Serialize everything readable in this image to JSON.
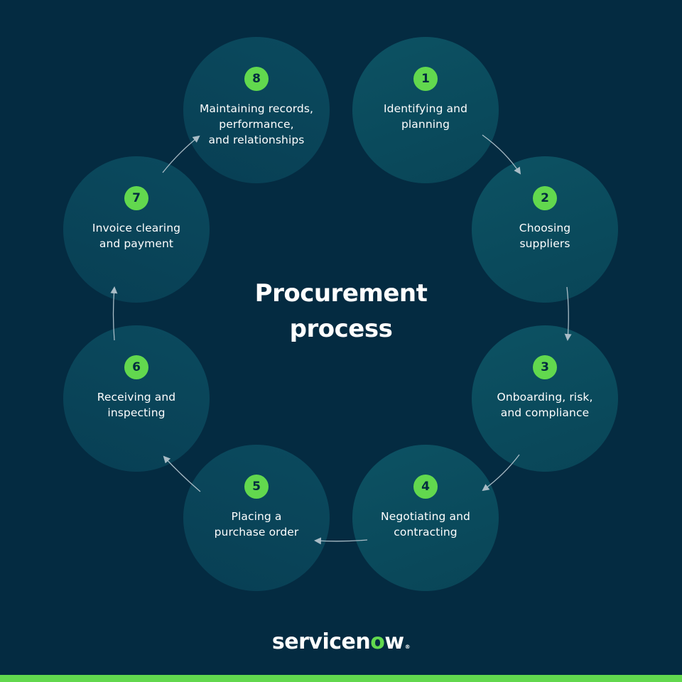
{
  "title": "Procurement\nprocess",
  "colors": {
    "background": "#042b41",
    "badge": "#62d84e",
    "badge_text": "#032d3f",
    "circle": "#0b4a5e",
    "arrow": "#a9bcc6",
    "accent_bar": "#62d84e"
  },
  "steps": [
    {
      "number": "1",
      "label": "Identifying and\nplanning"
    },
    {
      "number": "2",
      "label": "Choosing\nsuppliers"
    },
    {
      "number": "3",
      "label": "Onboarding, risk,\nand compliance"
    },
    {
      "number": "4",
      "label": "Negotiating and\ncontracting"
    },
    {
      "number": "5",
      "label": "Placing a\npurchase order"
    },
    {
      "number": "6",
      "label": "Receiving and\ninspecting"
    },
    {
      "number": "7",
      "label": "Invoice clearing\nand payment"
    },
    {
      "number": "8",
      "label": "Maintaining records,\nperformance,\nand relationships"
    }
  ],
  "flow": [
    {
      "from": "1",
      "to": "2"
    },
    {
      "from": "2",
      "to": "3"
    },
    {
      "from": "3",
      "to": "4"
    },
    {
      "from": "4",
      "to": "5"
    },
    {
      "from": "5",
      "to": "6"
    },
    {
      "from": "6",
      "to": "7"
    },
    {
      "from": "7",
      "to": "8"
    }
  ],
  "logo": {
    "text_before": "servicen",
    "mark": "o",
    "text_after": "w",
    "registered": "®"
  }
}
